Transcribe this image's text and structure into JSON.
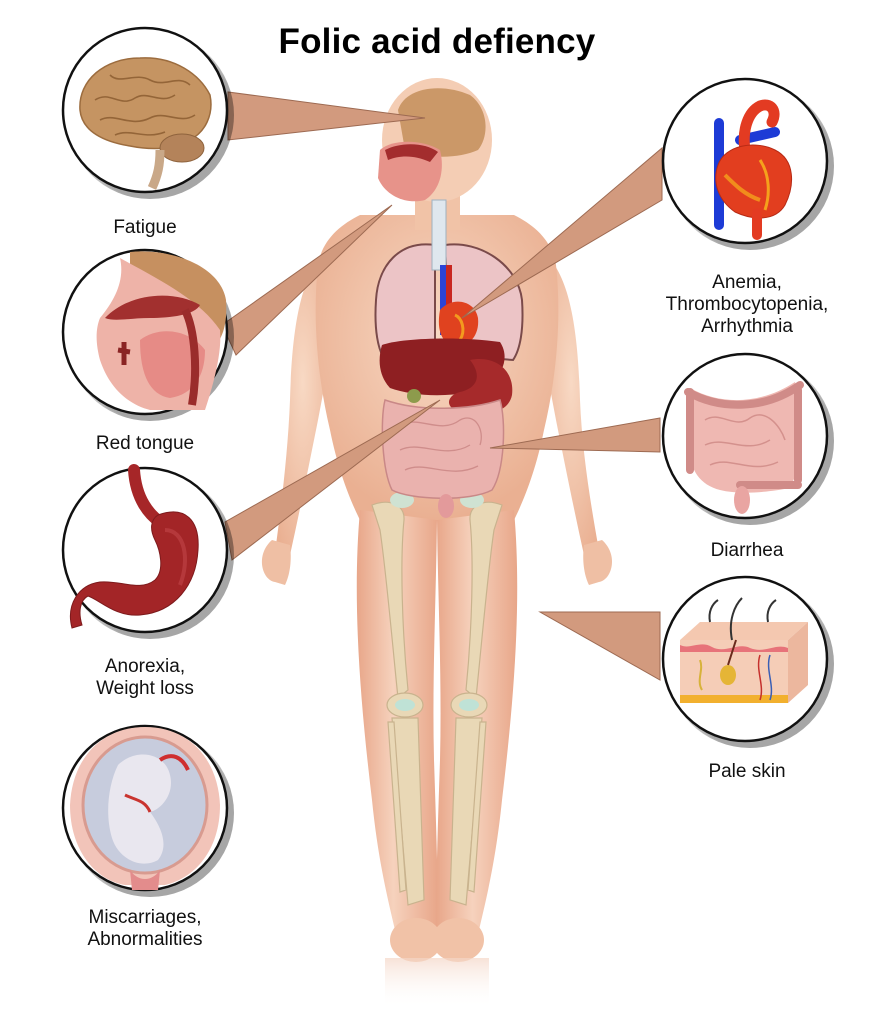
{
  "title": "Folic acid defiency",
  "colors": {
    "pointer": "#d29a7e",
    "pointer_edge": "#b0775c",
    "skin": "#f3c9ae",
    "skin_shade": "#e9a98a",
    "bone": "#e8d6b4",
    "organ_red": "#9b2325",
    "lung": "#ecc1c4",
    "intestine": "#e7a7a6",
    "brain": "#c59462",
    "vein_blue": "#1f3fcf",
    "artery_red": "#e0351f",
    "circle_border": "#111111"
  },
  "callouts": [
    {
      "id": "fatigue",
      "lines": [
        "Fatigue"
      ],
      "organ": "brain",
      "side": "left"
    },
    {
      "id": "red-tongue",
      "lines": [
        "Red tongue"
      ],
      "organ": "mouth-cross-section",
      "side": "left"
    },
    {
      "id": "anorexia",
      "lines": [
        "Anorexia,",
        "Weight loss"
      ],
      "organ": "stomach",
      "side": "left"
    },
    {
      "id": "miscarriages",
      "lines": [
        "Miscarriages,",
        "Abnormalities"
      ],
      "organ": "uterus-fetus",
      "side": "left"
    },
    {
      "id": "anemia",
      "lines": [
        "Anemia,",
        "Thrombocytopenia,",
        "Arrhythmia"
      ],
      "organ": "heart",
      "side": "right"
    },
    {
      "id": "diarrhea",
      "lines": [
        "Diarrhea"
      ],
      "organ": "intestines",
      "side": "right"
    },
    {
      "id": "pale-skin",
      "lines": [
        "Pale skin"
      ],
      "organ": "skin-layers",
      "side": "right"
    }
  ]
}
